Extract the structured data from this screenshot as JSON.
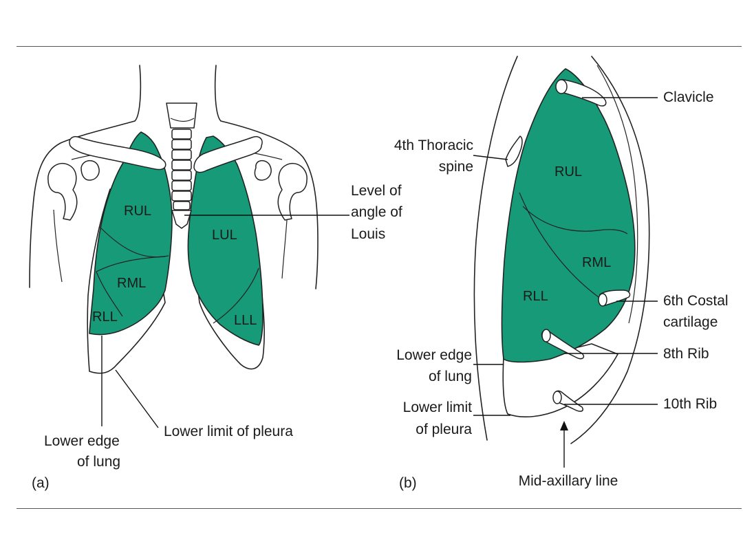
{
  "colors": {
    "lung_fill": "#179a78",
    "line": "#222222",
    "background": "#ffffff"
  },
  "panel_a": {
    "label": "(a)",
    "lobes": {
      "rul": "RUL",
      "rml": "RML",
      "rll": "RLL",
      "lul": "LUL",
      "lll": "LLL"
    },
    "labels": {
      "angle_of_louis": [
        "Level of",
        "angle of",
        "Louis"
      ],
      "lower_edge_of_lung": [
        "Lower edge",
        "of lung"
      ],
      "lower_limit_of_pleura": "Lower limit of pleura"
    }
  },
  "panel_b": {
    "label": "(b)",
    "lobes": {
      "rul": "RUL",
      "rml": "RML",
      "rll": "RLL"
    },
    "labels": {
      "clavicle": "Clavicle",
      "thoracic_spine": [
        "4th Thoracic",
        "spine"
      ],
      "costal_cartilage": [
        "6th Costal",
        "cartilage"
      ],
      "rib_8": "8th Rib",
      "rib_10": "10th Rib",
      "lower_edge_of_lung": [
        "Lower edge",
        "of lung"
      ],
      "lower_limit_of_pleura": [
        "Lower limit",
        "of pleura"
      ],
      "mid_axillary_line": "Mid-axillary line"
    }
  }
}
